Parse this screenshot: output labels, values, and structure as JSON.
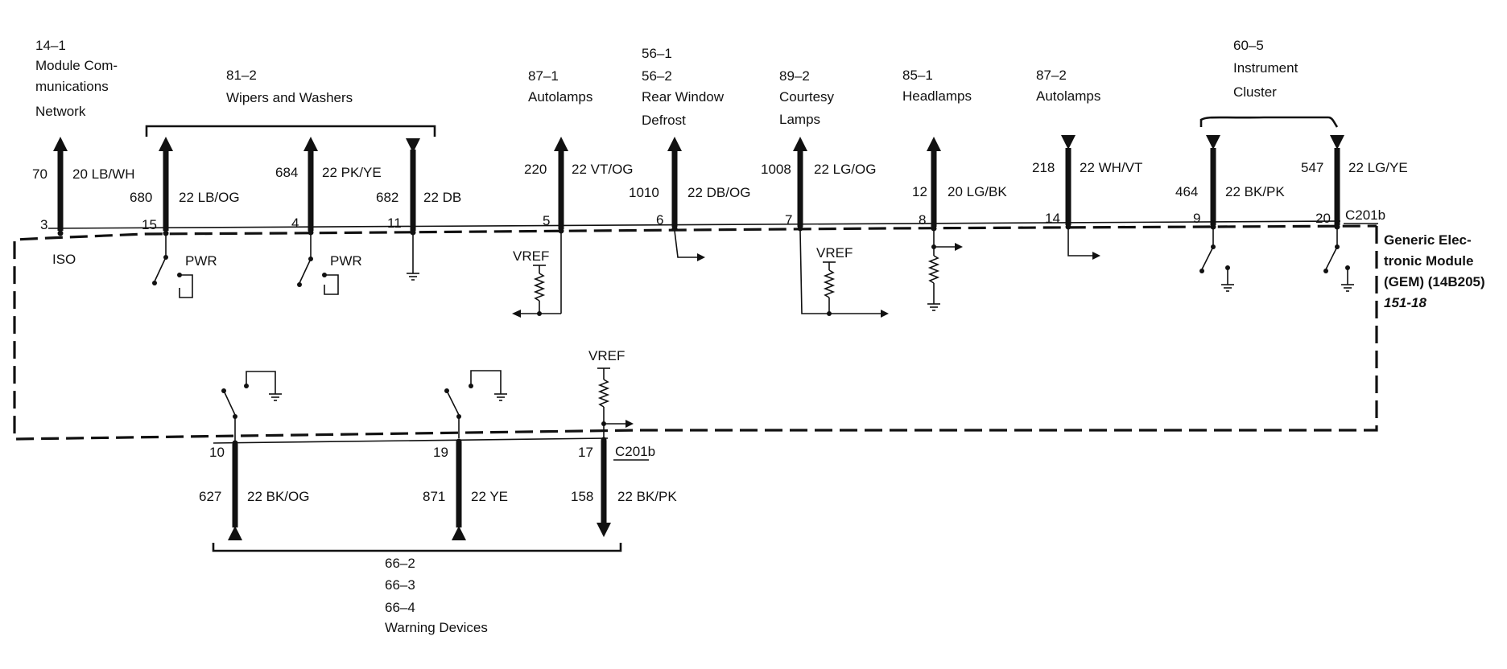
{
  "module": {
    "name_lines": [
      "Generic Elec-",
      "tronic Module",
      "(GEM) (14B205)"
    ],
    "page_ref": "151-18",
    "connector": "C201b"
  },
  "top_references": [
    {
      "lines": [
        "14–1",
        "Module Com-",
        "munications",
        "Network"
      ]
    },
    {
      "lines": [
        "81–2",
        "Wipers and Washers"
      ]
    },
    {
      "lines": [
        "87–1",
        "Autolamps"
      ]
    },
    {
      "lines": [
        "56–1",
        "56–2",
        "Rear Window",
        "Defrost"
      ]
    },
    {
      "lines": [
        "89–2",
        "Courtesy",
        "Lamps"
      ]
    },
    {
      "lines": [
        "85–1",
        "Headlamps"
      ]
    },
    {
      "lines": [
        "87–2",
        "Autolamps"
      ]
    },
    {
      "lines": [
        "60–5",
        "Instrument",
        "Cluster"
      ]
    }
  ],
  "top_wires": [
    {
      "pin": "3",
      "circuit": "70",
      "wire": "20 LB/WH",
      "direction": "up"
    },
    {
      "pin": "15",
      "circuit": "680",
      "wire": "22 LB/OG",
      "direction": "up"
    },
    {
      "pin": "4",
      "circuit": "684",
      "wire": "22 PK/YE",
      "direction": "up"
    },
    {
      "pin": "11",
      "circuit": "682",
      "wire": "22 DB",
      "direction": "down"
    },
    {
      "pin": "5",
      "circuit": "220",
      "wire": "22 VT/OG",
      "direction": "up"
    },
    {
      "pin": "6",
      "circuit": "1010",
      "wire": "22 DB/OG",
      "direction": "up"
    },
    {
      "pin": "7",
      "circuit": "1008",
      "wire": "22 LG/OG",
      "direction": "up"
    },
    {
      "pin": "8",
      "circuit": "12",
      "wire": "20 LG/BK",
      "direction": "up"
    },
    {
      "pin": "14",
      "circuit": "218",
      "wire": "22 WH/VT",
      "direction": "down"
    },
    {
      "pin": "9",
      "circuit": "464",
      "wire": "22 BK/PK",
      "direction": "down"
    },
    {
      "pin": "20",
      "circuit": "547",
      "wire": "22 LG/YE",
      "direction": "down"
    }
  ],
  "bottom_wires": [
    {
      "pin": "10",
      "circuit": "627",
      "wire": "22 BK/OG",
      "direction": "up"
    },
    {
      "pin": "19",
      "circuit": "871",
      "wire": "22 YE",
      "direction": "up"
    },
    {
      "pin": "17",
      "circuit": "158",
      "wire": "22 BK/PK",
      "direction": "down"
    }
  ],
  "bottom_reference": {
    "lines": [
      "66–2",
      "66–3",
      "66–4",
      "Warning Devices"
    ]
  },
  "internal_labels": {
    "iso": "ISO",
    "pwr": "PWR",
    "vref": "VREF"
  },
  "icons": [
    "ground-icon",
    "switch-icon",
    "resistor-icon",
    "arrow-up-icon",
    "arrow-down-icon"
  ]
}
